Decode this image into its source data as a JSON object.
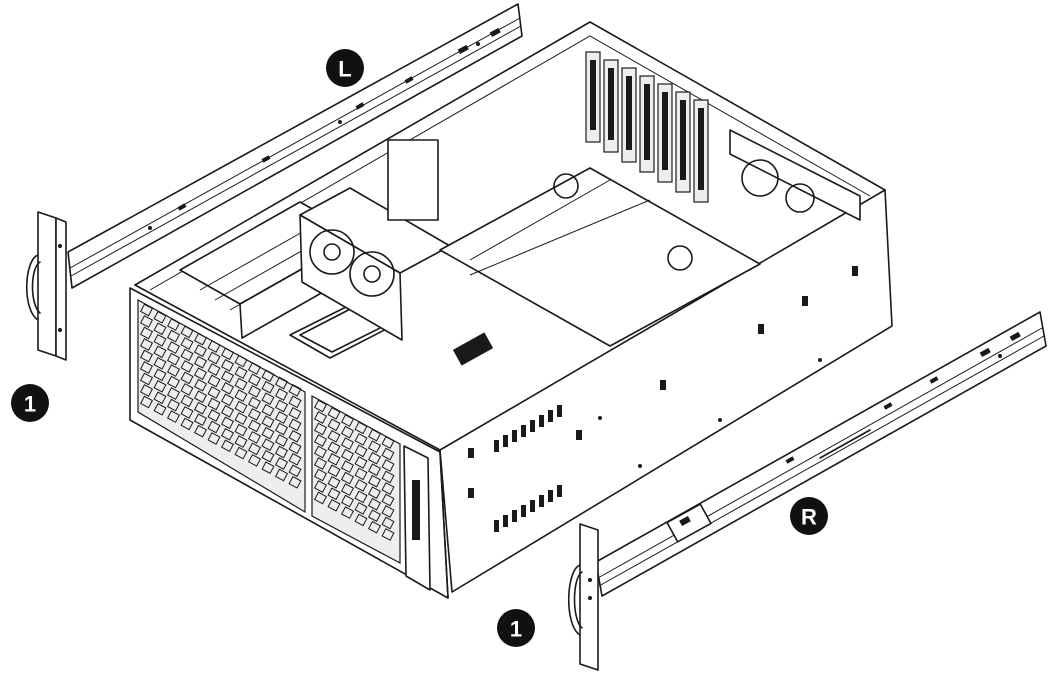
{
  "callouts": {
    "left_rail": "L",
    "right_rail": "R",
    "step_left": "1",
    "step_right": "1"
  },
  "colors": {
    "line": "#1a1a1a",
    "badge": "#111111",
    "background": "#ffffff"
  }
}
